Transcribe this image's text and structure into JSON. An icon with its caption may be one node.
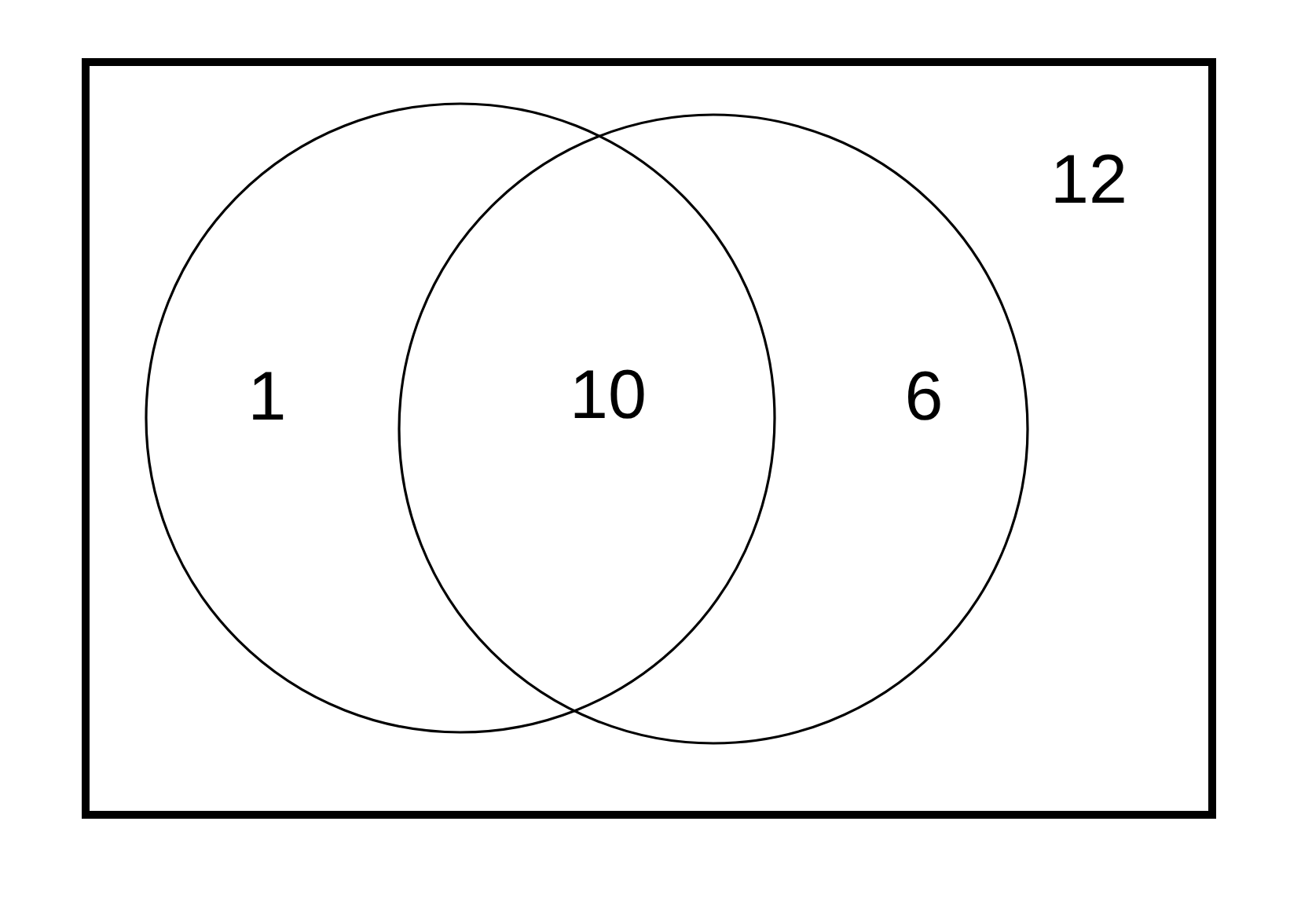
{
  "diagram": {
    "nodes": [
      {
        "text": [
          "12"
        ]
      },
      {
        "text": [
          "1"
        ],
        "in": 0
      },
      {
        "text": [
          "6"
        ],
        "in": 0
      }
    ],
    "labels": [
      "10"
    ]
  }
}
